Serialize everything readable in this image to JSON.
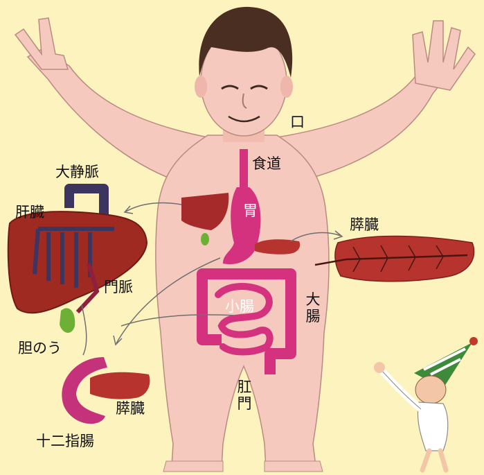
{
  "labels": {
    "mouth": "口",
    "esophagus": "食道",
    "stomach": "胃",
    "pancreas_right": "膵臓",
    "vena_cava": "大静脈",
    "liver": "肝臓",
    "portal_vein": "門脈",
    "small_intestine": "小腸",
    "large_intestine": "大腸",
    "gallbladder": "胆のう",
    "pancreas_detail": "膵臓",
    "anus": "肛門",
    "duodenum": "十二指腸"
  },
  "colors": {
    "background": "#fdf3bf",
    "skin": "#f6c9bf",
    "hair": "#4a2e22",
    "digestive_tract": "#d4317f",
    "liver": "#9e2a22",
    "vein": "#3b3560",
    "gallbladder": "#6cb036"
  }
}
